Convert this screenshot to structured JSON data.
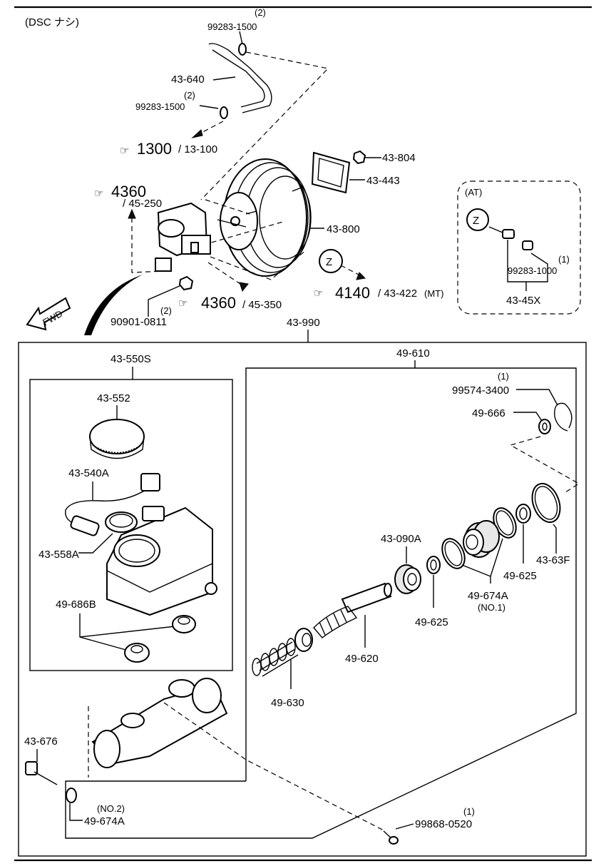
{
  "header": {
    "variant_note": "(DSC ナシ)"
  },
  "labels": {
    "p99283_1500_top_qty": "(2)",
    "p99283_1500_top": "99283-1500",
    "p43_640": "43-640",
    "p99283_1500_mid_qty": "(2)",
    "p99283_1500_mid": "99283-1500",
    "ref1300_num": "1300",
    "ref1300_sub": "/ 13-100",
    "p43_804": "43-804",
    "p43_443": "43-443",
    "ref4360a_num": "4360",
    "ref4360a_sub": "/ 45-250",
    "p43_800": "43-800",
    "z_mark": "Z",
    "at_box_title": "(AT)",
    "at_z_mark": "Z",
    "p99283_1000_qty": "(1)",
    "p99283_1000": "99283-1000",
    "p43_45x": "43-45X",
    "ref4140_num": "4140",
    "ref4140_sub": "/ 43-422",
    "ref4140_note": "(MT)",
    "fwd": "FWD",
    "p90901_0811_qty": "(2)",
    "p90901_0811": "90901-0811",
    "ref4360b_num": "4360",
    "ref4360b_sub": "/ 45-350",
    "p43_990": "43-990",
    "p43_550s": "43-550S",
    "p49_610": "49-610",
    "p43_552": "43-552",
    "p99574_3400_qty": "(1)",
    "p99574_3400": "99574-3400",
    "p49_666": "49-666",
    "p43_540a": "43-540A",
    "p43_090a": "43-090A",
    "p43_558a": "43-558A",
    "p49_625_right": "49-625",
    "p43_63f": "43-63F",
    "p49_674a": "49-674A",
    "p49_674a_note": "(NO.1)",
    "p49_686b": "49-686B",
    "p49_625_left": "49-625",
    "p49_620": "49-620",
    "p49_630": "49-630",
    "p43_676": "43-676",
    "p49_674a_2_note": "(NO.2)",
    "p49_674a_2": "49-674A",
    "p99868_0520_qty": "(1)",
    "p99868_0520": "99868-0520"
  }
}
